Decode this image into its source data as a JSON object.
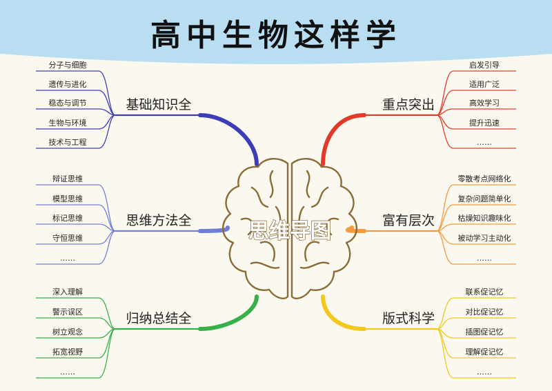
{
  "title": "高中生物这样学",
  "center": "思维导图",
  "colors": {
    "header_bg": "#b9def1",
    "brain_outline": "#8a6a35",
    "branch_basic": "#3d3db8",
    "branch_method": "#6f7fd8",
    "branch_summary": "#38b04a",
    "branch_focus": "#e23a2a",
    "branch_level": "#f39a3c",
    "branch_layout": "#f2c81e"
  },
  "branches": {
    "basic": {
      "label": "基础知识全",
      "items": [
        "分子与细胞",
        "遗传与进化",
        "稳态与调节",
        "生物与环境",
        "技术与工程"
      ]
    },
    "method": {
      "label": "思维方法全",
      "items": [
        "辩证思维",
        "模型思维",
        "标记思维",
        "守恒思维",
        "……"
      ]
    },
    "summary": {
      "label": "归纳总结全",
      "items": [
        "深入理解",
        "警示误区",
        "树立观念",
        "拓宽视野",
        "……"
      ]
    },
    "focus": {
      "label": "重点突出",
      "items": [
        "启发引导",
        "适用广泛",
        "高效学习",
        "提升迅速",
        "……"
      ]
    },
    "level": {
      "label": "富有层次",
      "items": [
        "零散考点网络化",
        "复杂问题简单化",
        "枯燥知识趣味化",
        "被动学习主动化",
        "……"
      ]
    },
    "layout": {
      "label": "版式科学",
      "items": [
        "联系促记忆",
        "对比促记忆",
        "插图促记忆",
        "理解促记忆",
        "……"
      ]
    }
  }
}
